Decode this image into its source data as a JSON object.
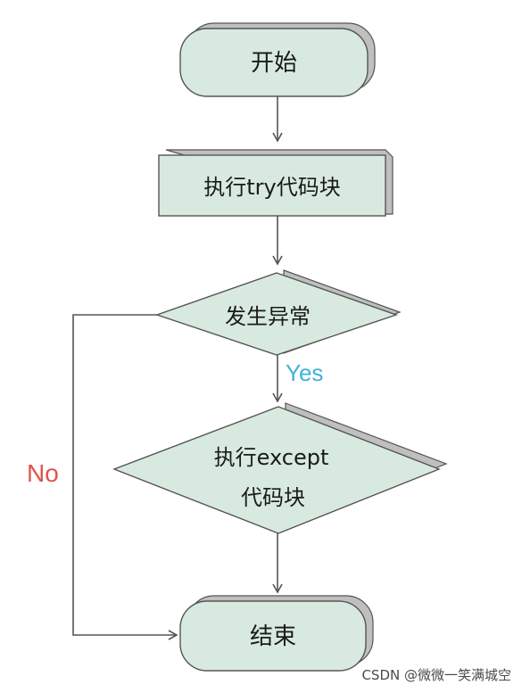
{
  "nodes": {
    "start": "开始",
    "try_block": "执行try代码块",
    "exception_check": "发生异常",
    "except_line1": "执行except",
    "except_line2": "代码块",
    "end": "结束"
  },
  "edges": {
    "yes_label": "Yes",
    "no_label": "No"
  },
  "watermark": "CSDN @微微一笑满城空",
  "colors": {
    "node_fill": "#d8eae0",
    "node_shadow": "#bfbfbf",
    "node_stroke": "#555555",
    "line": "#555555",
    "yes": "#3fb3d8",
    "no": "#e0534a"
  }
}
